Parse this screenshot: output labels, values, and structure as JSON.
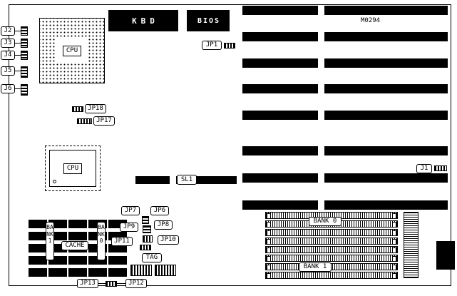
{
  "board": {
    "ref": "M0294"
  },
  "chips": {
    "kbd": "KBD",
    "bios": "BIOS",
    "cpu_socket": "CPU",
    "cpu_qfp": "CPU"
  },
  "cache": {
    "bank1": "BANK1",
    "cache": "CACHE",
    "bank0": "BANK0",
    "tag": "TAG"
  },
  "connectors": {
    "j1": "J1",
    "j2": "J2",
    "j3": "J3",
    "j4": "J4",
    "j5": "J5",
    "j6": "J6"
  },
  "jumpers": {
    "jp1": "JP1",
    "jp6": "JP6",
    "jp7": "JP7",
    "jp8": "JP8",
    "jp9": "JP9",
    "jp10": "JP10",
    "jp11": "JP11",
    "jp12": "JP12",
    "jp13": "JP13",
    "jp17": "JP17",
    "jp18": "JP18"
  },
  "slots": {
    "sl1": "SL1"
  },
  "memory": {
    "bank0": "BANK 0",
    "bank1": "BANK 1"
  }
}
